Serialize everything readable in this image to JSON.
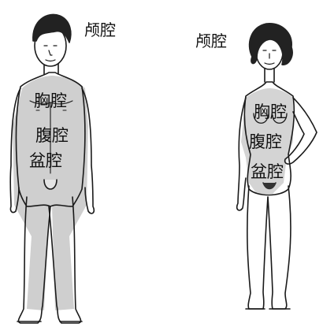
{
  "figures": {
    "male": {
      "labels": {
        "cranial": "颅腔",
        "thoracic": "胸腔",
        "abdominal": "腹腔",
        "pelvic": "盆腔"
      }
    },
    "female": {
      "labels": {
        "cranial": "颅腔",
        "thoracic": "胸腔",
        "abdominal": "腹腔",
        "pelvic": "盆腔"
      }
    }
  },
  "colors": {
    "outline": "#1a1a1a",
    "hair": "#222222",
    "cavity_shade": "#c9c9c9",
    "skin": "#ffffff"
  }
}
